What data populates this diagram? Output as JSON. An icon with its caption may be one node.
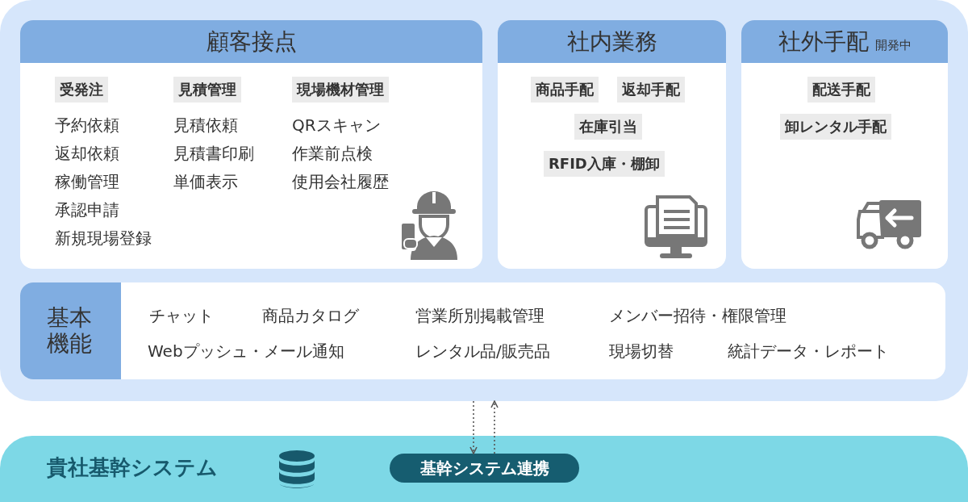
{
  "diagram": {
    "nodes": [
      {
        "text": [],
        "shape": "box"
      },
      {
        "text": [
          "顧客接点"
        ],
        "in": 0
      },
      {
        "text": [
          "受発注"
        ],
        "in": 1
      },
      {
        "text": [
          "見積管理"
        ],
        "in": 1
      },
      {
        "text": [
          "現場機材管理"
        ],
        "in": 1
      },
      {
        "text": [
          "社内業務"
        ],
        "in": 0
      },
      {
        "text": [
          "商品手配"
        ],
        "in": 5
      },
      {
        "text": [
          "返却手配"
        ],
        "in": 5
      },
      {
        "text": [
          "在庫引当"
        ],
        "in": 5
      },
      {
        "text": [
          "RFID入庫・棚卸"
        ],
        "in": 5
      },
      {
        "text": [
          "社外手配",
          "開発中"
        ],
        "in": 0
      },
      {
        "text": [
          "配送手配"
        ],
        "in": 10
      },
      {
        "text": [
          "卸レンタル手配"
        ],
        "in": 10
      },
      {
        "text": [
          "基本機能"
        ],
        "in": 0
      },
      {
        "text": [
          "貴社基幹システム"
        ]
      },
      {
        "text": [
          "基幹システム連携"
        ],
        "in": 14
      }
    ],
    "edges": [
      {
        "from": 0,
        "to": 15,
        "arrow": "to",
        "style": "dashed"
      },
      {
        "from": 15,
        "to": 0,
        "arrow": "to",
        "style": "dashed"
      }
    ],
    "labels": [
      "予約依頼",
      "返却依頼",
      "稼働管理",
      "承認申請",
      "新規現場登録",
      "見積依頼",
      "見積書印刷",
      "単価表示",
      "QRスキャン",
      "作業前点検",
      "使用会社履歴",
      "チャット",
      "商品カタログ",
      "営業所別掲載管理",
      "メンバー招待・権限管理",
      "Webプッシュ・メール通知",
      "レンタル品/販売品",
      "現場切替",
      "統計データ・レポート"
    ]
  }
}
